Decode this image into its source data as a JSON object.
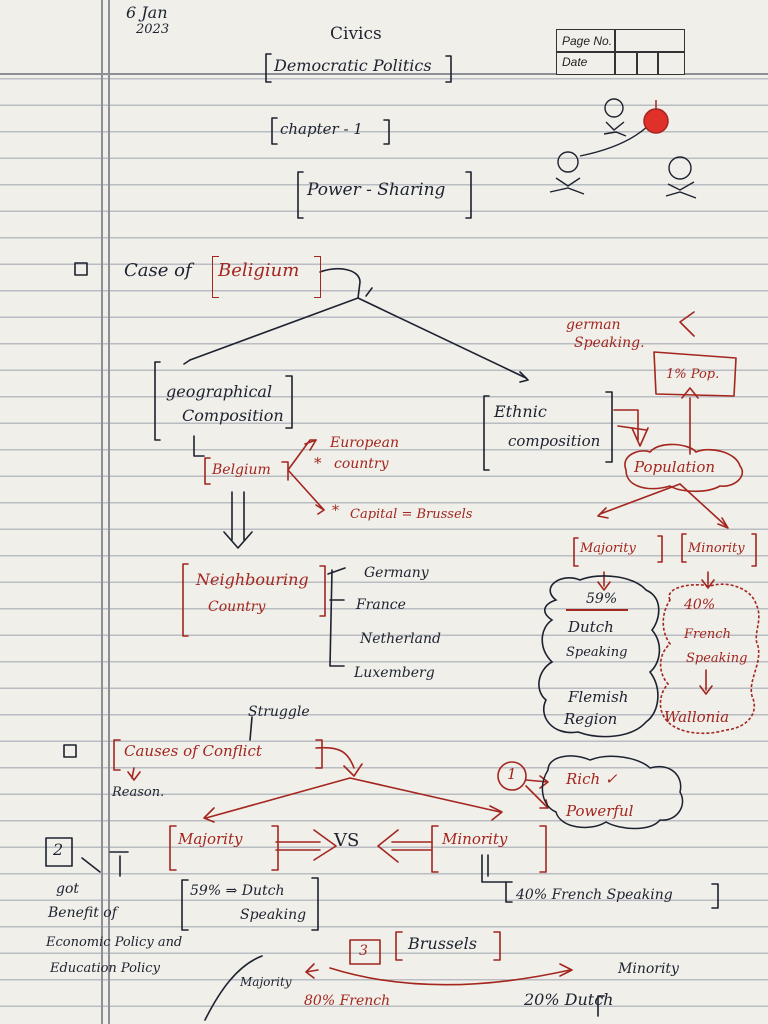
{
  "header": {
    "date_day": "6 Jan",
    "date_year": "2023",
    "subject": "Civics",
    "book": "Democratic Politics",
    "chapter": "chapter - 1",
    "topic": "Power - Sharing",
    "pageno_label": "Page No.",
    "date_label": "Date"
  },
  "belgium": {
    "case_prefix": "Case of",
    "case_name": "Beligium",
    "geo_line1": "geographical",
    "geo_line2": "Composition",
    "ethnic_line1": "Ethnic",
    "ethnic_line2": "composition",
    "belgium_label": "Belgium",
    "european_line1": "European",
    "european_line2": "country",
    "capital": "Capital = Brussels",
    "neigh_line1": "Neighbouring",
    "neigh_line2": "Country",
    "neighbours": [
      "Germany",
      "France",
      "Netherland",
      "Luxemberg"
    ],
    "german_line1": "german",
    "german_line2": "Speaking.",
    "one_pct": "1% Pop.",
    "population": "Population",
    "majority": "Majority",
    "minority": "Minority",
    "dutch_block": [
      "59%",
      "Dutch",
      "Speaking",
      "Flemish",
      "Region"
    ],
    "french_block": [
      "40%",
      "French",
      "Speaking",
      "Wallonia"
    ]
  },
  "conflict": {
    "struggle": "Struggle",
    "causes": "Causes of Conflict",
    "reason": "Reason.",
    "majority": "Majority",
    "vs": "VS",
    "minority": "Minority",
    "num1": "1",
    "rich": "Rich ✓",
    "powerful": "Powerful",
    "num2": "2",
    "maj_detail_line1": "59% ⇒ Dutch",
    "maj_detail_line2": "Speaking",
    "min_detail": "40% French Speaking",
    "got_lines": [
      "got",
      "Benefit of",
      "Economic Policy and",
      "Education Policy"
    ],
    "num3": "3",
    "brussels": "Brussels",
    "brussels_majority": "Majority",
    "brussels_majority_pct": "80% French",
    "brussels_minority": "Minority",
    "brussels_minority_pct": "20% Dutch"
  },
  "colors": {
    "ink_black": "#1d2230",
    "ink_red": "#a3261f",
    "sticker_red": "#e0302a"
  }
}
